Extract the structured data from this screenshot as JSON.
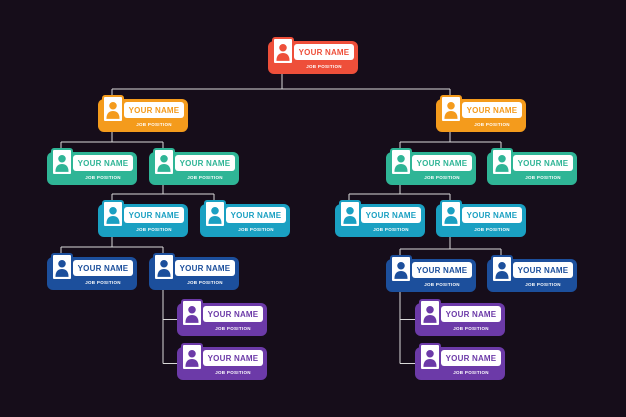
{
  "chart": {
    "colors": {
      "background": "#160d1a",
      "line": "#d9d9d9",
      "level0": "#ee4f3a",
      "level1": "#f49b1c",
      "level2": "#2fb596",
      "level3": "#1aa0c2",
      "level4": "#1c4f9c",
      "level5": "#6c3aa8"
    },
    "nodes": [
      {
        "id": "n0",
        "name": "YOUR NAME",
        "job": "JOB POSITION",
        "level": 0
      },
      {
        "id": "n1",
        "name": "YOUR NAME",
        "job": "JOB POSITION",
        "level": 1
      },
      {
        "id": "n2",
        "name": "YOUR NAME",
        "job": "JOB POSITION",
        "level": 1
      },
      {
        "id": "n3",
        "name": "YOUR NAME",
        "job": "JOB POSITION",
        "level": 2
      },
      {
        "id": "n4",
        "name": "YOUR NAME",
        "job": "JOB POSITION",
        "level": 2
      },
      {
        "id": "n5",
        "name": "YOUR NAME",
        "job": "JOB POSITION",
        "level": 3
      },
      {
        "id": "n6",
        "name": "YOUR NAME",
        "job": "JOB POSITION",
        "level": 3
      },
      {
        "id": "n7",
        "name": "YOUR NAME",
        "job": "JOB POSITION",
        "level": 4
      },
      {
        "id": "n8",
        "name": "YOUR NAME",
        "job": "JOB POSITION",
        "level": 4
      },
      {
        "id": "n9",
        "name": "YOUR NAME",
        "job": "JOB POSITION",
        "level": 5
      },
      {
        "id": "n10",
        "name": "YOUR NAME",
        "job": "JOB POSITION",
        "level": 5
      },
      {
        "id": "n11",
        "name": "YOUR NAME",
        "job": "JOB POSITION",
        "level": 2
      },
      {
        "id": "n12",
        "name": "YOUR NAME",
        "job": "JOB POSITION",
        "level": 2
      },
      {
        "id": "n13",
        "name": "YOUR NAME",
        "job": "JOB POSITION",
        "level": 3
      },
      {
        "id": "n14",
        "name": "YOUR NAME",
        "job": "JOB POSITION",
        "level": 3
      },
      {
        "id": "n15",
        "name": "YOUR NAME",
        "job": "JOB POSITION",
        "level": 4
      },
      {
        "id": "n16",
        "name": "YOUR NAME",
        "job": "JOB POSITION",
        "level": 4
      },
      {
        "id": "n17",
        "name": "YOUR NAME",
        "job": "JOB POSITION",
        "level": 5
      },
      {
        "id": "n18",
        "name": "YOUR NAME",
        "job": "JOB POSITION",
        "level": 5
      }
    ],
    "edges": [
      [
        "n0",
        "n1"
      ],
      [
        "n0",
        "n2"
      ],
      [
        "n1",
        "n3"
      ],
      [
        "n1",
        "n4"
      ],
      [
        "n4",
        "n5"
      ],
      [
        "n4",
        "n6"
      ],
      [
        "n5",
        "n7"
      ],
      [
        "n5",
        "n8"
      ],
      [
        "n8",
        "n9"
      ],
      [
        "n8",
        "n10"
      ],
      [
        "n2",
        "n11"
      ],
      [
        "n2",
        "n12"
      ],
      [
        "n11",
        "n13"
      ],
      [
        "n11",
        "n14"
      ],
      [
        "n14",
        "n15"
      ],
      [
        "n14",
        "n16"
      ],
      [
        "n15",
        "n17"
      ],
      [
        "n15",
        "n18"
      ]
    ]
  }
}
